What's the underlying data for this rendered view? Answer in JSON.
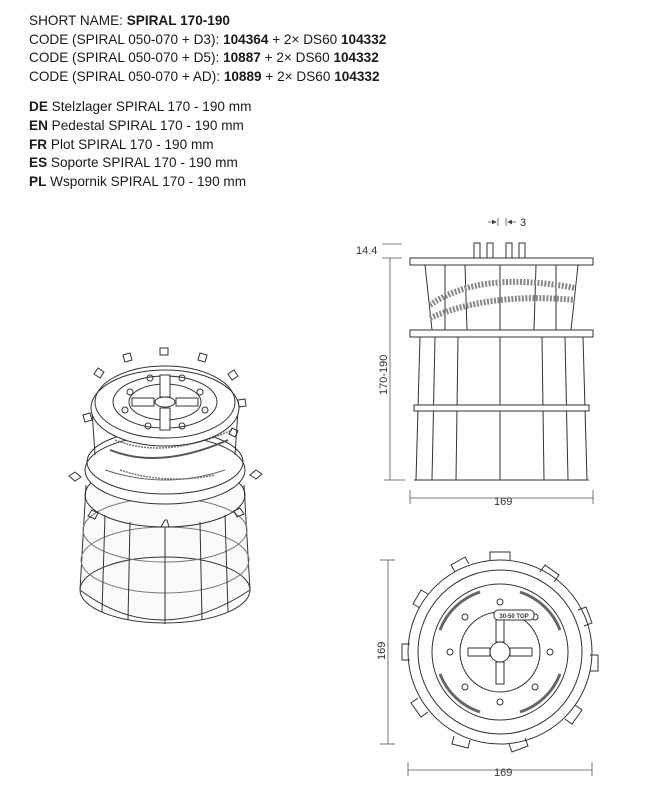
{
  "header": {
    "short_name_label": "SHORT NAME:",
    "short_name_value": "SPIRAL 170-190",
    "codes": [
      {
        "label": "CODE (SPIRAL 050-070 + D3):",
        "code": "104364",
        "plus": "+ 2× DS60",
        "code2": "104332"
      },
      {
        "label": "CODE (SPIRAL 050-070 + D5):",
        "code": "10887",
        "plus": "+ 2× DS60",
        "code2": "104332"
      },
      {
        "label": "CODE (SPIRAL 050-070 + AD):",
        "code": "10889",
        "plus": "+ 2× DS60",
        "code2": "104332"
      }
    ]
  },
  "translations": [
    {
      "lang": "DE",
      "text": "Stelzlager SPIRAL 170 - 190 mm"
    },
    {
      "lang": "EN",
      "text": "Pedestal SPIRAL 170 - 190 mm"
    },
    {
      "lang": "FR",
      "text": "Plot  SPIRAL 170 - 190 mm"
    },
    {
      "lang": "ES",
      "text": "Soporte SPIRAL 170 - 190 mm"
    },
    {
      "lang": "PL",
      "text": "Wspornik SPIRAL 170 - 190 mm"
    }
  ],
  "dimensions": {
    "side_top_gap": "14.4",
    "side_height": "170-190",
    "side_width": "169",
    "tab_width": "3",
    "top_height": "169",
    "top_width": "169"
  },
  "top_view_label": "30-50 TOP"
}
